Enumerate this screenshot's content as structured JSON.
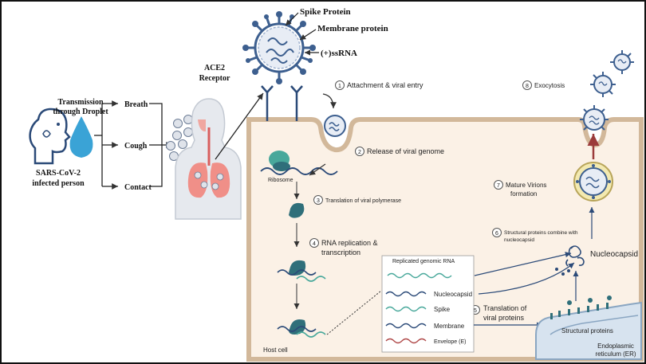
{
  "left": {
    "infected_person": [
      "SARS-CoV-2",
      "infected person"
    ],
    "transmission": [
      "Transmission",
      "through Droplet"
    ],
    "routes": [
      "Breath",
      "Cough",
      "Contact"
    ],
    "receptor": [
      "ACE2",
      "Receptor"
    ]
  },
  "virion_labels": {
    "spike": "Spike Protein",
    "membrane": "Membrane protein",
    "rna": "(+)ssRNA"
  },
  "steps": [
    {
      "num": "1",
      "text": "Attachment & viral entry"
    },
    {
      "num": "2",
      "text": "Release of viral genome"
    },
    {
      "num": "3",
      "text": "Translation of viral polymerase"
    },
    {
      "num": "4",
      "text": [
        "RNA replication &",
        "transcription"
      ]
    },
    {
      "num": "5",
      "text": [
        "Translation of",
        "viral proteins"
      ]
    },
    {
      "num": "6",
      "text": [
        "Structural proteins combine with",
        "nucleocapsid"
      ]
    },
    {
      "num": "7",
      "text": [
        "Mature Virions",
        "formation"
      ]
    },
    {
      "num": "8",
      "text": "Exocytosis"
    }
  ],
  "cell": {
    "ribosome": "Ribosome",
    "host_cell": "Host cell",
    "nucleocapsid": "Nucleocapsid",
    "structural_proteins": "Structural proteins",
    "er": [
      "Endoplasmic",
      "reticulum (ER)"
    ]
  },
  "legend": {
    "title": "Replicated genomic RNA",
    "items": [
      "Nucleocapsid",
      "Spike",
      "Membrane",
      "Envelope (E)"
    ]
  },
  "colors": {
    "cell_fill": "#fbf1e6",
    "membrane": "#d2b89a",
    "teal": "#2f6f7a",
    "navy": "#2b4a78",
    "virus_blue": "#3d5f8f",
    "droplet": "#3aa3d6",
    "er_fill": "#d7e3ef"
  },
  "icons": [
    "person-head-icon",
    "droplet-icon",
    "lungs-icon",
    "virion-icon",
    "ribosome-icon",
    "er-icon"
  ]
}
